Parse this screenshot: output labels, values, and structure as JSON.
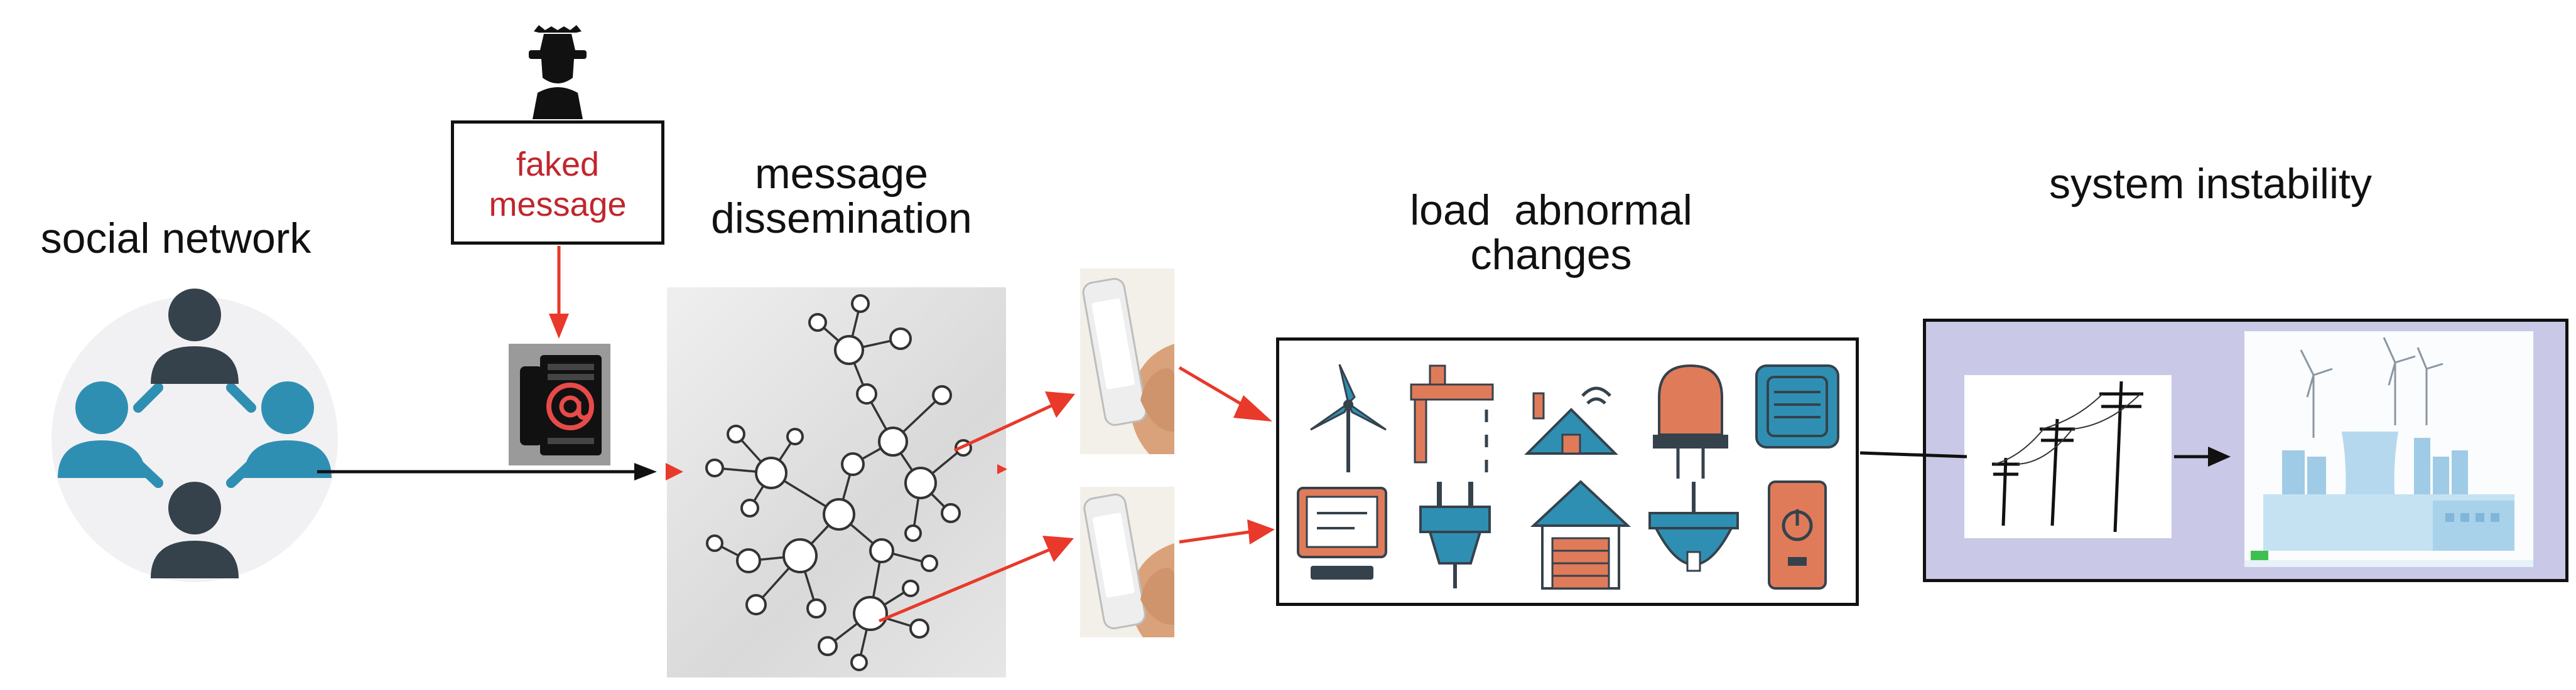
{
  "labels": {
    "social_network": "social network",
    "faked_message_line1": "faked",
    "faked_message_line2": "message",
    "dissemination_line1": "message",
    "dissemination_line2": "dissemination",
    "load_line1": "load  abnormal",
    "load_line2": "changes",
    "instability": "system instability"
  },
  "icons": {
    "hacker": "hacker-icon",
    "email_phone": "email-phone-icon",
    "social_people": "social-people-icon",
    "network_graph": "network-graph-image",
    "phone_top": "smartphone-hand-icon",
    "phone_bottom": "smartphone-hand-icon",
    "load_row1": [
      "wind-turbine-icon",
      "faucet-icon",
      "smart-home-icon",
      "alarm-light-icon",
      "speaker-icon"
    ],
    "load_row2": [
      "computer-icon",
      "plug-icon",
      "garage-icon",
      "sprinkler-icon",
      "smart-switch-icon"
    ],
    "power_pole": "power-pole-icon",
    "power_plant": "power-plant-icon"
  },
  "colors": {
    "arrow_red": "#e8392a",
    "arrow_black": "#111111",
    "faked_text": "#c0262d",
    "teal": "#2f8fb3",
    "salmon": "#e07b5a",
    "dark": "#35424c",
    "lavender": "#c9c8e6"
  }
}
